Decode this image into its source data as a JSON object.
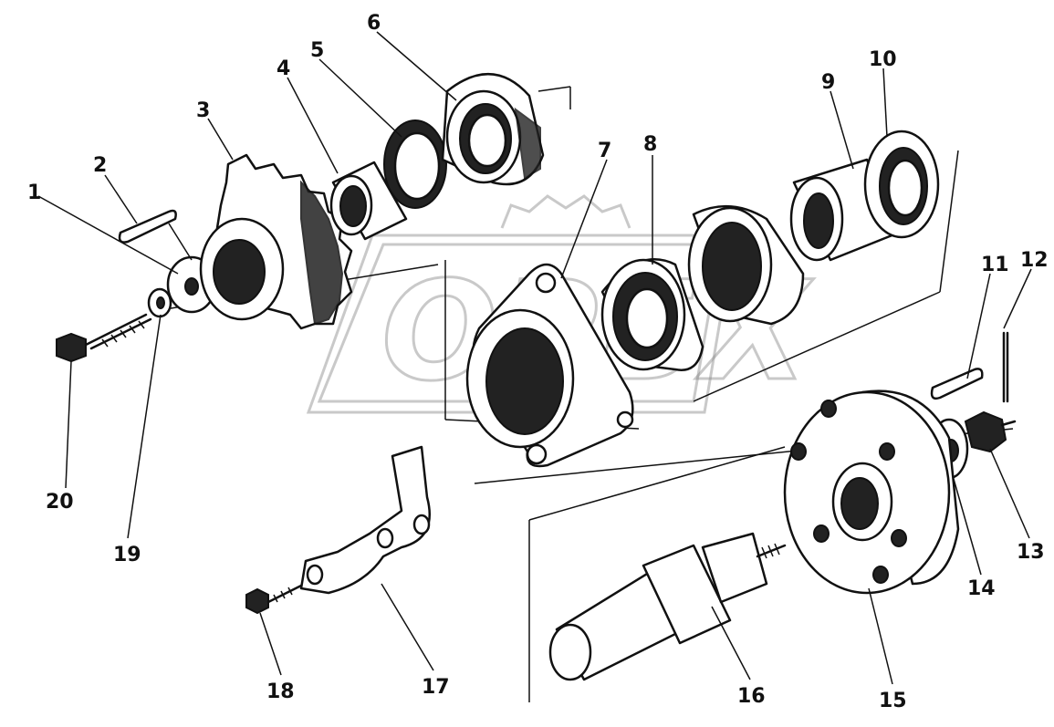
{
  "watermark": {
    "text": "ОРБХ"
  },
  "callouts": [
    {
      "number": "1"
    },
    {
      "number": "2"
    },
    {
      "number": "3"
    },
    {
      "number": "4"
    },
    {
      "number": "5"
    },
    {
      "number": "6"
    },
    {
      "number": "7"
    },
    {
      "number": "8"
    },
    {
      "number": "9"
    },
    {
      "number": "10"
    },
    {
      "number": "11"
    },
    {
      "number": "12"
    },
    {
      "number": "13"
    },
    {
      "number": "14"
    },
    {
      "number": "15"
    },
    {
      "number": "16"
    },
    {
      "number": "17"
    },
    {
      "number": "18"
    },
    {
      "number": "19"
    },
    {
      "number": "20"
    }
  ]
}
